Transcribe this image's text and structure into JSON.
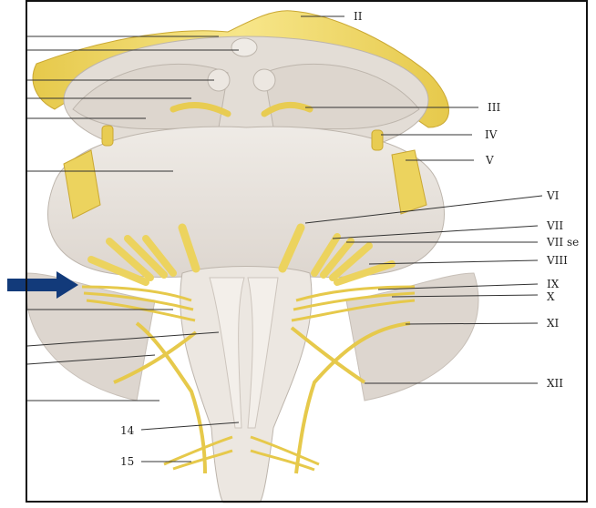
{
  "labels": {
    "II": "II",
    "III": "III",
    "IV": "IV",
    "V": "V",
    "VI": "VI",
    "VII": "VII",
    "VII_se": "VII se",
    "VIII": "VIII",
    "IX": "IX",
    "X": "X",
    "XI": "XI",
    "XII": "XII",
    "n14": "14",
    "n15": "15"
  },
  "colors": {
    "nerve": "#f2dc6a",
    "nerve_dark": "#d8bb3a",
    "tissue": "#e9e4df",
    "tissue_shadow": "#cfc8c1",
    "arrow": "#123a7a"
  }
}
